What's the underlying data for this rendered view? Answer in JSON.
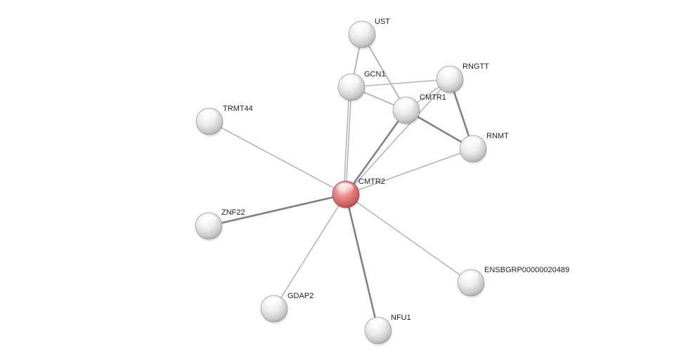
{
  "nodes": [
    {
      "id": "CMTR2",
      "label": "CMTR2",
      "query": true
    },
    {
      "id": "UST",
      "label": "UST",
      "query": false
    },
    {
      "id": "GCN1",
      "label": "GCN1",
      "query": false
    },
    {
      "id": "RNGTT",
      "label": "RNGTT",
      "query": false
    },
    {
      "id": "CMTR1",
      "label": "CMTR1",
      "query": false
    },
    {
      "id": "RNMT",
      "label": "RNMT",
      "query": false
    },
    {
      "id": "TRMT44",
      "label": "TRMT44",
      "query": false
    },
    {
      "id": "ZNF22",
      "label": "ZNF22",
      "query": false
    },
    {
      "id": "GDAP2",
      "label": "GDAP2",
      "query": false
    },
    {
      "id": "NFU1",
      "label": "NFU1",
      "query": false
    },
    {
      "id": "ENSBGRP00000020489",
      "label": "ENSBGRP00000020489",
      "query": false
    }
  ],
  "edges": [
    {
      "source": "UST",
      "target": "GCN1",
      "weight": 2
    },
    {
      "source": "UST",
      "target": "CMTR1",
      "weight": 2
    },
    {
      "source": "GCN1",
      "target": "RNGTT",
      "weight": 1
    },
    {
      "source": "GCN1",
      "target": "CMTR1",
      "weight": 2
    },
    {
      "source": "GCN1",
      "target": "CMTR2",
      "weight": 1
    },
    {
      "source": "GCN1",
      "target": "CMTR2",
      "weight": 1
    },
    {
      "source": "RNGTT",
      "target": "CMTR1",
      "weight": 1
    },
    {
      "source": "RNGTT",
      "target": "RNMT",
      "weight": 3
    },
    {
      "source": "CMTR1",
      "target": "RNMT",
      "weight": 3
    },
    {
      "source": "CMTR1",
      "target": "CMTR2",
      "weight": 3
    },
    {
      "source": "RNGTT",
      "target": "CMTR2",
      "weight": 1
    },
    {
      "source": "RNMT",
      "target": "CMTR2",
      "weight": 1
    },
    {
      "source": "TRMT44",
      "target": "CMTR2",
      "weight": 1
    },
    {
      "source": "ZNF22",
      "target": "CMTR2",
      "weight": 3
    },
    {
      "source": "GDAP2",
      "target": "CMTR2",
      "weight": 1
    },
    {
      "source": "NFU1",
      "target": "CMTR2",
      "weight": 3
    },
    {
      "source": "ENSBGRP00000020489",
      "target": "CMTR2",
      "weight": 1
    }
  ],
  "colors": {
    "query_node": "#e07070",
    "node": "#e6e6e6",
    "edge_light": "#b4b4c4",
    "edge_dark": "#7c8090",
    "label": "#222222"
  }
}
